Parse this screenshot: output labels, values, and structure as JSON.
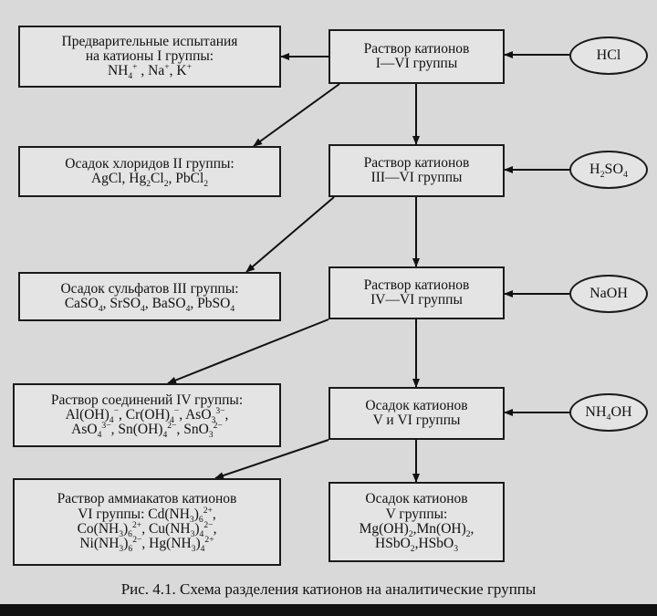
{
  "center_boxes": [
    {
      "lines": [
        "Раствор катионов",
        "I—VI группы"
      ]
    },
    {
      "lines": [
        "Раствор катионов",
        "III—VI группы"
      ]
    },
    {
      "lines": [
        "Раствор катионов",
        "IV—VI группы"
      ]
    },
    {
      "lines": [
        "Осадок катионов",
        "V и VI группы"
      ]
    },
    {
      "lines": [
        "Осадок катионов",
        "V группы:",
        "Mg(OH)<sub>2</sub>,Mn(OH)<sub>2</sub>,",
        "HSbO<sub>2</sub>,HSbO<sub>3</sub>"
      ]
    }
  ],
  "left_boxes": [
    {
      "lines": [
        "Предварительные испытания",
        "на катионы I группы:",
        "NH<sub>4</sub><sup>+</sup> , Na<sup>+</sup>, K<sup>+</sup>"
      ]
    },
    {
      "lines": [
        "Осадок хлоридов II группы:",
        "AgCl, Hg<sub>2</sub>Cl<sub>2</sub>, PbCl<sub>2</sub>"
      ]
    },
    {
      "lines": [
        "Осадок сульфатов III группы:",
        "CaSO<sub>4</sub>, SrSO<sub>4</sub>, BaSO<sub>4</sub>, PbSO<sub>4</sub>"
      ]
    },
    {
      "lines": [
        "Раствор соединений IV группы:",
        "Al(OH)<sub>4</sub><sup>−</sup>, Cr(OH)<sub>4</sub><sup>−</sup>, AsO<sub>3</sub><sup>3−</sup>,",
        "AsO<sub>4</sub><sup>3−</sup>, Sn(OH)<sub>4</sub><sup>2−</sup>, SnO<sub>3</sub><sup>2−</sup>"
      ]
    },
    {
      "lines": [
        "Раствор аммиакатов катионов",
        "VI группы: Cd(NH<sub>3</sub>)<sub>6</sub><sup>2+</sup>,",
        "Co(NH<sub>3</sub>)<sub>6</sub><sup>2+</sup>, Cu(NH<sub>3</sub>)<sub>4</sub><sup>2−</sup>,",
        "Ni(NH<sub>3</sub>)<sub>6</sub><sup>2−</sup>, Hg(NH<sub>3</sub>)<sub>4</sub><sup>2+</sup>"
      ]
    }
  ],
  "reagents": [
    "HCl",
    "H<sub>2</sub>SO<sub>4</sub>",
    "NaOH",
    "NH<sub>4</sub>OH"
  ],
  "caption": "Рис. 4.1. Схема разделения катионов на аналитические группы"
}
